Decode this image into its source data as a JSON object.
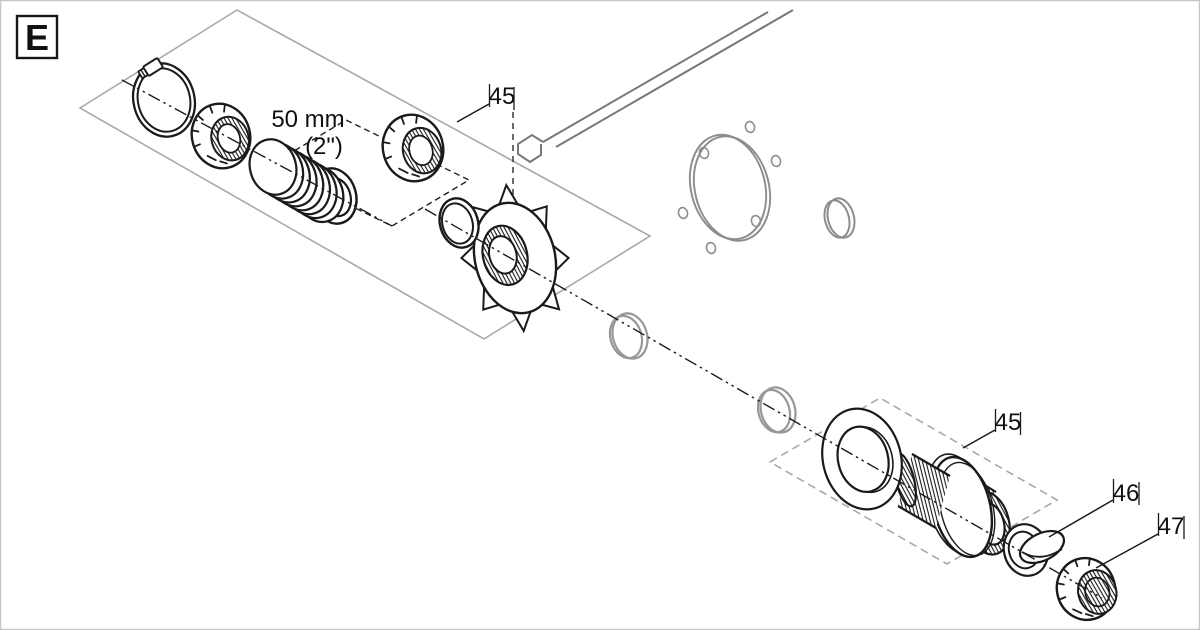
{
  "figure": {
    "label": "E"
  },
  "dimension": {
    "line1": "50 mm",
    "line2": "(2\")"
  },
  "callouts": {
    "upper45": "45",
    "lower45": "45",
    "gasket46": "46",
    "locknut47": "47"
  },
  "colors": {
    "part_outline": "#1a1a1a",
    "context_gray": "#8d8d8d",
    "plane_gray": "#a9a9a9",
    "border": "#c6c6c6",
    "background": "#ffffff"
  },
  "parts": [
    {
      "name": "hose-clamp"
    },
    {
      "name": "union-nut-rear"
    },
    {
      "name": "stepped-hose-tail-50mm"
    },
    {
      "name": "union-nut-front"
    },
    {
      "name": "o-ring"
    },
    {
      "name": "star-flange-nut"
    },
    {
      "name": "flat-gasket"
    },
    {
      "name": "bulkhead-fitting"
    },
    {
      "name": "sealing-washer"
    },
    {
      "name": "lock-nut"
    }
  ]
}
